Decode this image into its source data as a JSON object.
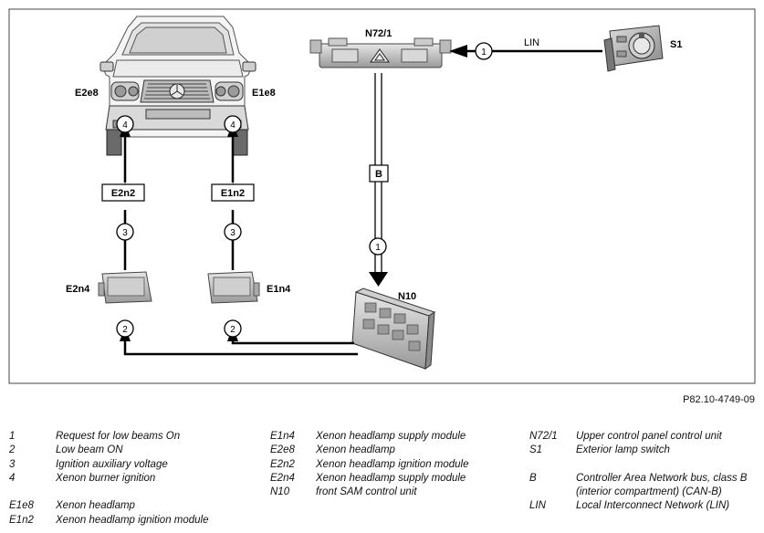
{
  "diagram": {
    "components": {
      "S1": "S1",
      "N72_1": "N72/1",
      "N10": "N10",
      "E2e8": "E2e8",
      "E1e8": "E1e8",
      "E2n2": "E2n2",
      "E1n2": "E1n2",
      "E2n4": "E2n4",
      "E1n4": "E1n4"
    },
    "bus_labels": {
      "lin": "LIN",
      "b": "B"
    },
    "signals": {
      "s1": "1",
      "s2": "2",
      "s3": "3",
      "s4": "4"
    }
  },
  "figure_ref": "P82.10-4749-09",
  "legend": {
    "col1": [
      {
        "key": "1",
        "text": "Request for low beams On"
      },
      {
        "key": "2",
        "text": "Low beam ON"
      },
      {
        "key": "3",
        "text": "Ignition auxiliary voltage"
      },
      {
        "key": "4",
        "text": "Xenon burner ignition"
      },
      {
        "key": "E1e8",
        "text": "Xenon headlamp"
      },
      {
        "key": "E1n2",
        "text": "Xenon headlamp ignition module"
      }
    ],
    "col2": [
      {
        "key": "E1n4",
        "text": "Xenon headlamp supply module"
      },
      {
        "key": "E2e8",
        "text": "Xenon headlamp"
      },
      {
        "key": "E2n2",
        "text": "Xenon headlamp ignition module"
      },
      {
        "key": "E2n4",
        "text": "Xenon headlamp supply module"
      },
      {
        "key": "N10",
        "text": "front SAM control unit"
      }
    ],
    "col3": [
      {
        "key": "N72/1",
        "text": "Upper control panel control unit"
      },
      {
        "key": "S1",
        "text": "Exterior lamp switch"
      },
      {
        "key": "B",
        "text": "Controller Area Network bus, class B (interior compartment) (CAN-B)"
      },
      {
        "key": "LIN",
        "text": "Local Interconnect Network (LIN)"
      }
    ]
  }
}
